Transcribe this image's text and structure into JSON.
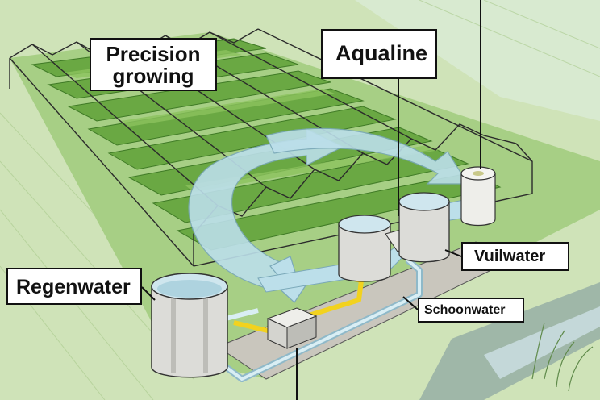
{
  "labels": {
    "precision_growing": "Precision growing",
    "aqualine": "Aqualine",
    "regenwater": "Regenwater",
    "vuilwater": "Vuilwater",
    "schoonwater": "Schoonwater"
  },
  "colors": {
    "grass": "#b9d89a",
    "crop": "#5f9a3c",
    "glass_frame": "#2b2b2b",
    "flow_arrow": "#bcdfea",
    "clean_pipe": "#f2d21e",
    "tank": "#dcdcd8",
    "water": "#cfe6ee",
    "ditch": "#9fb7a8"
  }
}
